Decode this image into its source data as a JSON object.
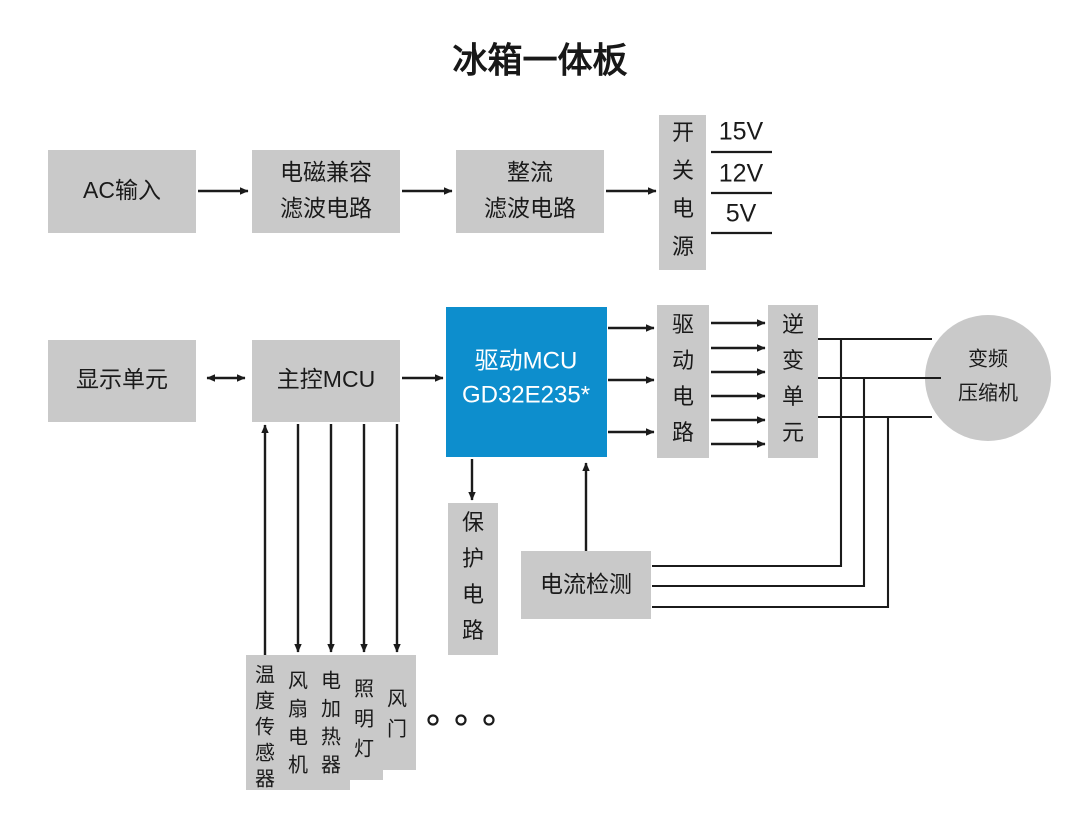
{
  "title": "冰箱一体板",
  "colors": {
    "box_gray": "#c9c9c9",
    "box_blue": "#0d8ecd",
    "line": "#1b1b1b",
    "text": "#1a1a1a",
    "text_on_blue": "#ffffff",
    "background": "#ffffff"
  },
  "power_chain": {
    "ac_input": "AC输入",
    "emc_filter_line1": "电磁兼容",
    "emc_filter_line2": "滤波电路",
    "rectifier_line1": "整流",
    "rectifier_line2": "滤波电路",
    "smps_chars": [
      "开",
      "关",
      "电",
      "源"
    ],
    "rails": [
      "15V",
      "12V",
      "5V"
    ]
  },
  "control_chain": {
    "display_unit": "显示单元",
    "main_mcu": "主控MCU",
    "drive_mcu_line1": "驱动MCU",
    "drive_mcu_line2": "GD32E235*",
    "drive_circuit_chars": [
      "驱",
      "动",
      "电",
      "路"
    ],
    "inverter_chars": [
      "逆",
      "变",
      "单",
      "元"
    ],
    "compressor_line1": "变频",
    "compressor_line2": "压缩机",
    "protection_chars": [
      "保",
      "护",
      "电",
      "路"
    ],
    "current_detect": "电流检测"
  },
  "peripherals": [
    {
      "label": "温度传感器",
      "chars": [
        "温",
        "度",
        "传",
        "感",
        "器"
      ],
      "direction": "input"
    },
    {
      "label": "风扇电机",
      "chars": [
        "风",
        "扇",
        "电",
        "机"
      ],
      "direction": "output"
    },
    {
      "label": "电加热器",
      "chars": [
        "电",
        "加",
        "热",
        "器"
      ],
      "direction": "output"
    },
    {
      "label": "照明灯",
      "chars": [
        "照",
        "明",
        "灯"
      ],
      "direction": "output"
    },
    {
      "label": "风门",
      "chars": [
        "风",
        "门"
      ],
      "direction": "output"
    }
  ],
  "ellipsis": "。。。",
  "counts": {
    "drive_mcu_to_drive_circuit_arrows": 3,
    "drive_circuit_to_inverter_arrows": 6,
    "inverter_to_compressor_lines": 3,
    "current_detect_feedback_lines": 3
  }
}
